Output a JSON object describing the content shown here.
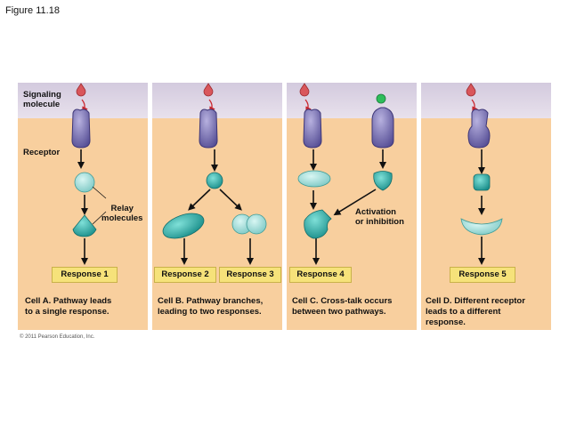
{
  "figure_label": "Figure 11.18",
  "labels": {
    "signaling_molecule": [
      "Signaling",
      "molecule"
    ],
    "receptor": "Receptor",
    "relay_molecules": [
      "Relay",
      "molecules"
    ],
    "activation": [
      "Activation",
      "or inhibition"
    ]
  },
  "responses": [
    "Response 1",
    "Response 2",
    "Response 3",
    "Response 4",
    "Response 5"
  ],
  "captions": {
    "cell_a": [
      "Cell A. Pathway leads",
      "to a single response."
    ],
    "cell_b": [
      "Cell B. Pathway branches,",
      "leading to two responses."
    ],
    "cell_c": [
      "Cell C. Cross-talk occurs",
      "between two pathways."
    ],
    "cell_d": [
      "Cell D. Different receptor",
      "leads to a different",
      "response."
    ]
  },
  "copyright": "© 2011 Pearson Education, Inc.",
  "colors": {
    "cell": "#f8cf9e",
    "membrane": "#d9d2e4",
    "receptor": "#7a74b4",
    "relay": "#2aa8a3",
    "signal": "#d9565b",
    "green_signal": "#2dbd5a",
    "response_box": "#f6e27a"
  }
}
